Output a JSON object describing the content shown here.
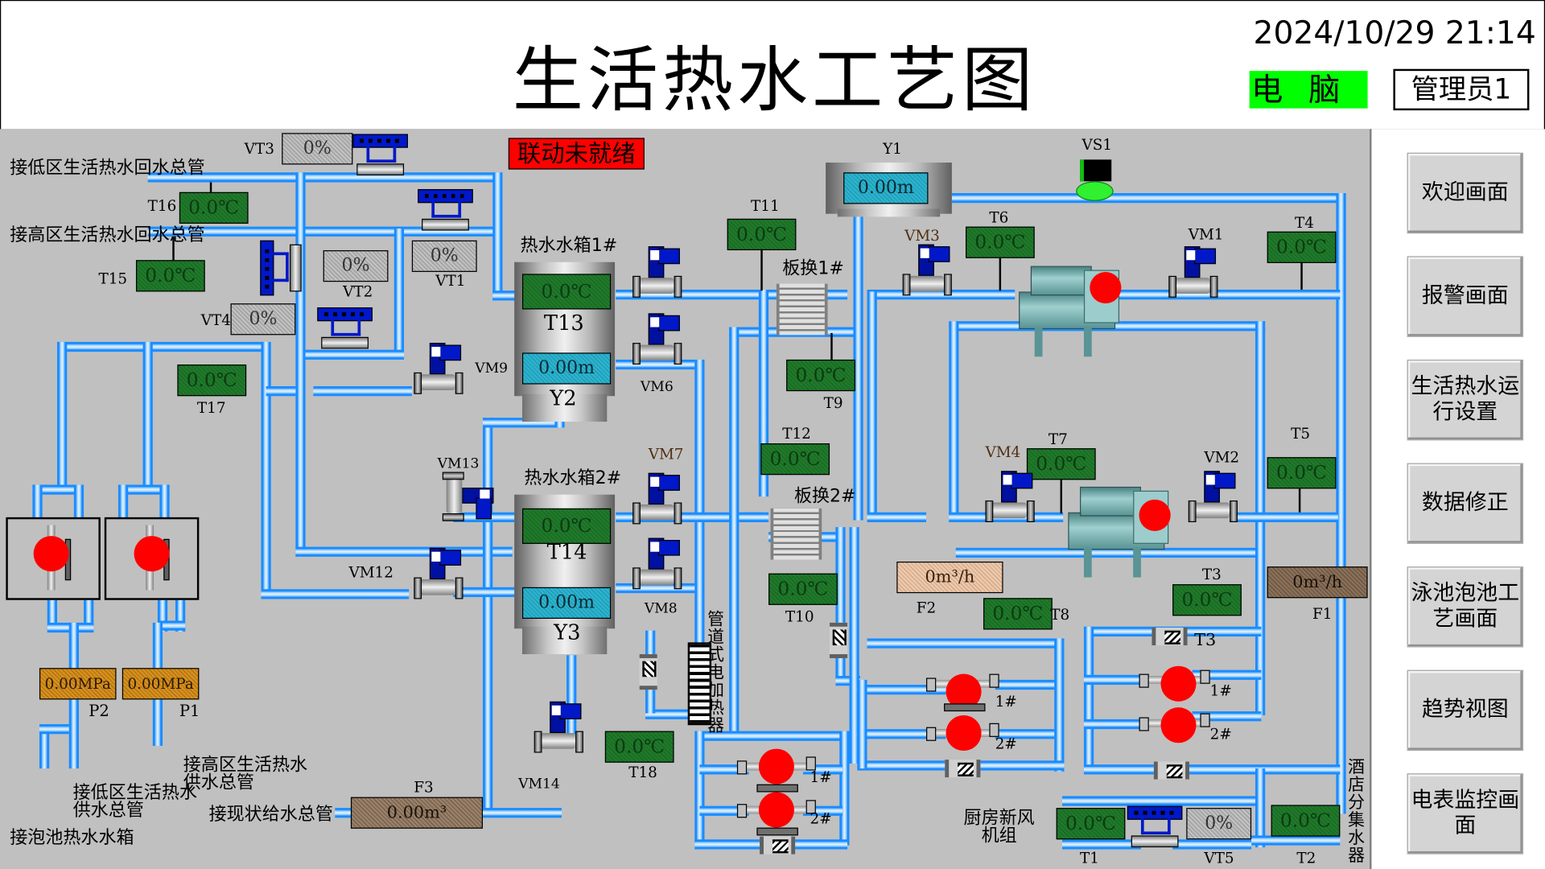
{
  "header": {
    "title": "生活热水工艺图",
    "datetime": "2024/10/29 21:14",
    "pc_label": "电脑",
    "user_label": "管理员1"
  },
  "status": {
    "linkage": "联动未就绪",
    "linkage_color": "#ff0000"
  },
  "colors": {
    "canvas": "#c0c0c0",
    "pipe": "#1a8cff",
    "temp_box": "#1f7a2a",
    "level_box": "#2ab4d0",
    "pressure_box": "#d8901c",
    "pump_stopped": "#ff0000",
    "pc_badge": "#00ff00"
  },
  "sidebar": {
    "items": [
      {
        "label": "欢迎画面"
      },
      {
        "label": "报警画面"
      },
      {
        "label": "生活热水运行设置"
      },
      {
        "label": "数据修正"
      },
      {
        "label": "泳池泡池工艺画面"
      },
      {
        "label": "趋势视图"
      },
      {
        "label": "电表监控画面"
      }
    ]
  },
  "pipe_labels": {
    "low_return": "接低区生活热水回水总管",
    "high_return": "接高区生活热水回水总管",
    "high_supply": "接高区生活热水供水总管",
    "low_supply": "接低区生活热水供水总管",
    "pool_tank": "接泡池热水水箱",
    "existing_supply": "接现状给水总管",
    "kitchen_ahu": "厨房新风机组",
    "hotel_manifold": "酒店分集水器",
    "pipe_heater": "管道式电加热器"
  },
  "tanks": {
    "tank1": {
      "label": "热水水箱1#",
      "temp_tag": "T13",
      "temp": "0.0℃",
      "level_tag": "Y2",
      "level": "0.00m"
    },
    "tank2": {
      "label": "热水水箱2#",
      "temp_tag": "T14",
      "temp": "0.0℃",
      "level_tag": "Y3",
      "level": "0.00m"
    },
    "y1": {
      "tag": "Y1",
      "level": "0.00m"
    }
  },
  "temps": {
    "T1": "0.0℃",
    "T2": "0.0℃",
    "T3": "0.0℃",
    "T4": "0.0℃",
    "T5": "0.0℃",
    "T6": "0.0℃",
    "T7": "0.0℃",
    "T8": "0.0℃",
    "T9": "0.0℃",
    "T10": "0.0℃",
    "T11": "0.0℃",
    "T12": "0.0℃",
    "T15": "0.0℃",
    "T16": "0.0℃",
    "T17": "0.0℃",
    "T18": "0.0℃"
  },
  "valve_pct": {
    "VT1": "0%",
    "VT2": "0%",
    "VT3": "0%",
    "VT4": "0%",
    "VT5": "0%"
  },
  "pressures": {
    "P1": "0.00MPa",
    "P2": "0.00MPa"
  },
  "flows": {
    "F1": "0m³/h",
    "F2": "0m³/h",
    "F3": "0.00m³"
  },
  "tags": {
    "VM1": "VM1",
    "VM2": "VM2",
    "VM3": "VM3",
    "VM4": "VM4",
    "VM6": "VM6",
    "VM7": "VM7",
    "VM8": "VM8",
    "VM9": "VM9",
    "VM12": "VM12",
    "VM13": "VM13",
    "VM14": "VM14",
    "VS1": "VS1",
    "T3b": "T3",
    "HX1": "板换1#",
    "HX2": "板换2#",
    "pump1": "1#",
    "pump2": "2#"
  }
}
